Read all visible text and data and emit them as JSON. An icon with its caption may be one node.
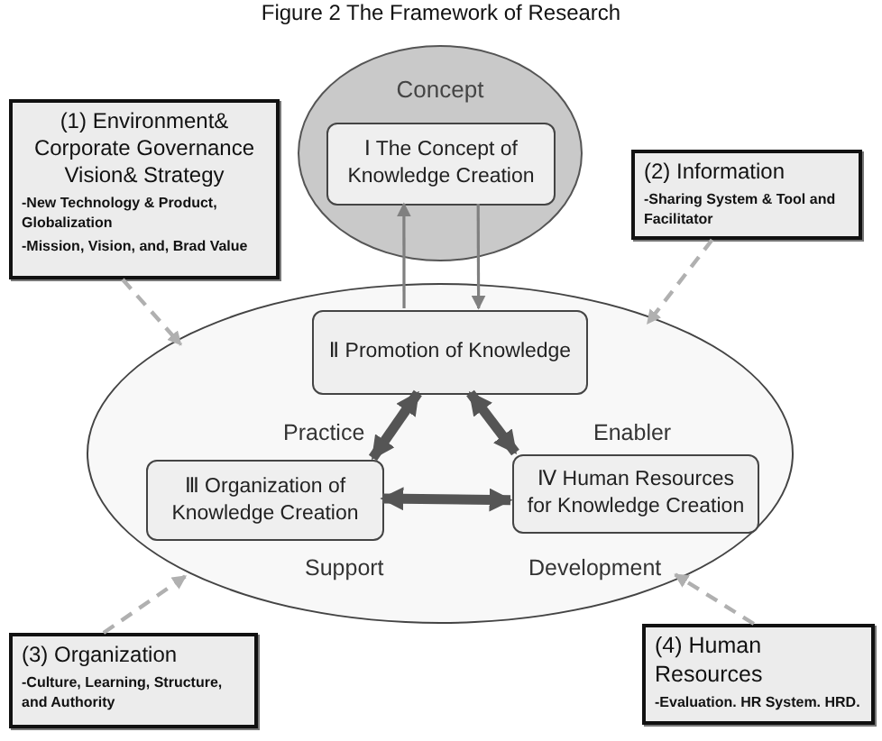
{
  "diagram": {
    "title": "Figure 2 The Framework of Research",
    "nodes": [
      {
        "text": [
          "Concept"
        ]
      },
      {
        "text": [
          "Ⅰ The Concept of Knowledge Creation"
        ],
        "in": 0
      },
      {
        "text": [
          "Practice",
          "Enabler",
          "Support",
          "Development"
        ]
      },
      {
        "text": [
          "Ⅱ Promotion of Knowledge"
        ],
        "in": 2
      },
      {
        "text": [
          "Ⅲ Organization of Knowledge Creation"
        ],
        "in": 2
      },
      {
        "text": [
          "Ⅳ Human Resources for Knowledge Creation"
        ],
        "in": 2
      },
      {
        "text": [
          "(1) Environment& Corporate Governance Vision& Strategy",
          "-New Technology & Product, Globalization",
          "-Mission, Vision, and, Brad Value"
        ]
      },
      {
        "text": [
          "(2) Information",
          "-Sharing System & Tool and Facilitator"
        ]
      },
      {
        "text": [
          "(3) Organization",
          "-Culture, Learning, Structure, and Authority"
        ]
      },
      {
        "text": [
          "(4) Human Resources",
          "-Evaluation. HR System. HRD."
        ]
      }
    ],
    "edges": [
      {
        "from": 3,
        "to": 1,
        "arrow": "to"
      },
      {
        "from": 1,
        "to": 3,
        "arrow": "to"
      },
      {
        "from": 3,
        "to": 4,
        "arrow": "both",
        "style": "thick",
        "color": "#555555"
      },
      {
        "from": 3,
        "to": 5,
        "arrow": "both",
        "style": "thick",
        "color": "#555555"
      },
      {
        "from": 4,
        "to": 5,
        "arrow": "both",
        "style": "thick",
        "color": "#555555"
      },
      {
        "from": 6,
        "to": 2,
        "arrow": "to",
        "style": "dashed",
        "color": "#b0b0b0"
      },
      {
        "from": 7,
        "to": 2,
        "arrow": "to",
        "style": "dashed",
        "color": "#b0b0b0"
      },
      {
        "from": 8,
        "to": 2,
        "arrow": "to",
        "style": "dashed",
        "color": "#b0b0b0"
      },
      {
        "from": 9,
        "to": 2,
        "arrow": "to",
        "style": "dashed",
        "color": "#b0b0b0"
      }
    ]
  }
}
